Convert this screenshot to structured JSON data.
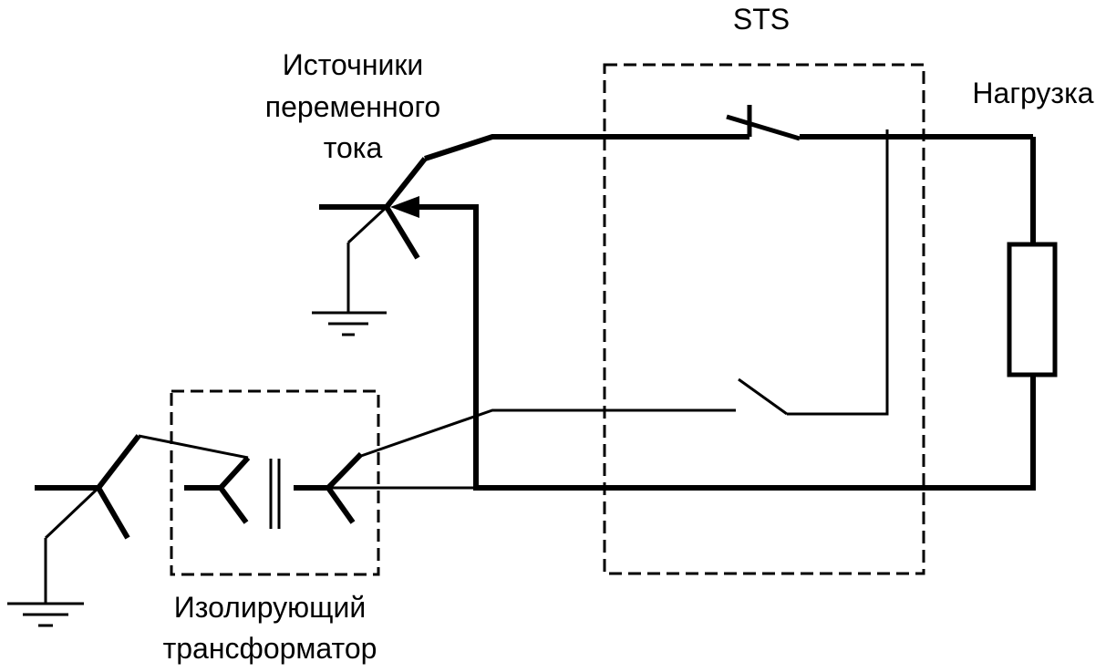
{
  "labels": {
    "sts": "STS",
    "ac_sources_line1": "Источники",
    "ac_sources_line2": "переменного",
    "ac_sources_line3": "тока",
    "load": "Нагрузка",
    "transformer_line1": "Изолирующий",
    "transformer_line2": "трансформатор"
  },
  "colors": {
    "line": "#000000",
    "background": "#ffffff"
  }
}
